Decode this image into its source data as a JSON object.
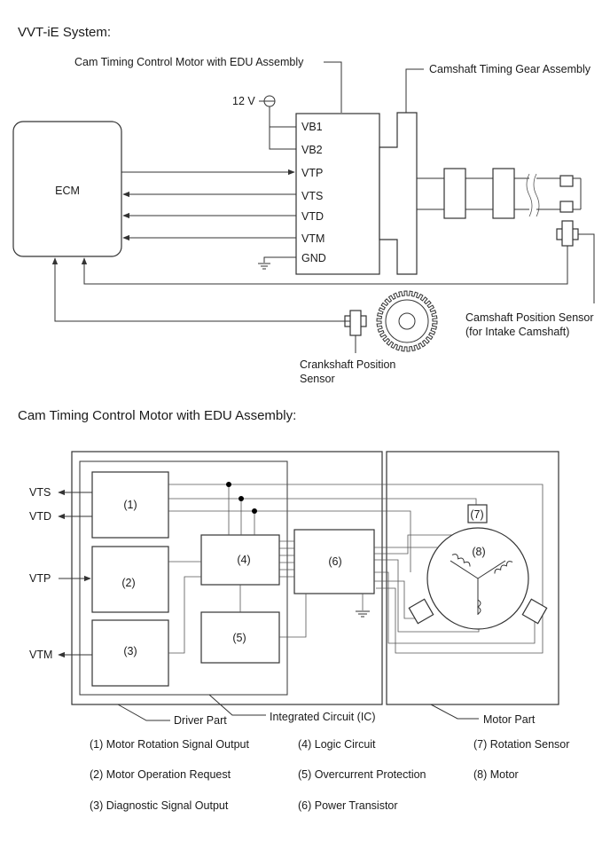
{
  "top": {
    "section_title": "VVT-iE System:",
    "cam_motor_label": "Cam Timing Control Motor with EDU Assembly",
    "camshaft_gear_label": "Camshaft Timing Gear Assembly",
    "voltage_label": "12 V",
    "ecm_label": "ECM",
    "pins": [
      "VB1",
      "VB2",
      "VTP",
      "VTS",
      "VTD",
      "VTM",
      "GND"
    ],
    "cam_sensor_label_1": "Camshaft Position Sensor",
    "cam_sensor_label_2": "(for Intake Camshaft)",
    "crank_sensor_label_1": "Crankshaft Position",
    "crank_sensor_label_2": "Sensor"
  },
  "bottom": {
    "section_title": "Cam Timing Control Motor with EDU Assembly:",
    "signals": [
      "VTS",
      "VTD",
      "VTP",
      "VTM"
    ],
    "block_numbers": [
      "(1)",
      "(2)",
      "(3)",
      "(4)",
      "(5)",
      "(6)",
      "(7)",
      "(8)"
    ],
    "driver_part_label": "Driver Part",
    "ic_label": "Integrated Circuit (IC)",
    "motor_part_label": "Motor Part"
  },
  "legend": [
    "(1) Motor Rotation Signal Output",
    "(2) Motor Operation Request",
    "(3) Diagnostic Signal Output",
    "(4) Logic Circuit",
    "(5) Overcurrent Protection",
    "(6) Power Transistor",
    "(7) Rotation Sensor",
    "(8) Motor"
  ]
}
